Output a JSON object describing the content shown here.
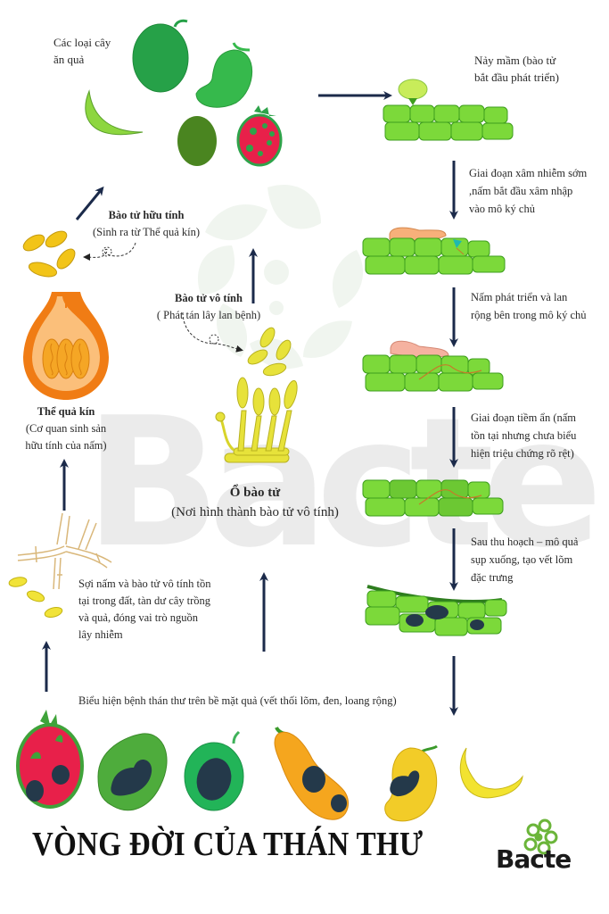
{
  "title": "VÒNG ĐỜI CỦA THÁN THƯ",
  "brand": {
    "name": "Bacte",
    "watermark": "Bacte",
    "colors": {
      "leaf_green": "#8cc63f",
      "dark_green": "#2e8b3a",
      "watermark_gray": "#e3e3e3",
      "arrow_navy": "#1b2a4a"
    }
  },
  "labels": {
    "host_fruits": [
      "Các loại cây",
      "ăn quả"
    ],
    "germination": [
      "Nảy mầm (bào tử",
      "bắt đầu phát triển)"
    ],
    "early_infection": [
      "Giai đoạn xâm nhiễm sớm",
      ",nấm bắt đầu xâm nhập",
      "vào mô ký chủ"
    ],
    "fungal_growth": [
      "Nấm phát triển và lan",
      "rộng bên trong mô ký chủ"
    ],
    "latent_stage": [
      "Giai đoạn tiềm ẩn (nấm",
      "tồn tại nhưng chưa biểu",
      "hiện triệu chứng rõ rệt)"
    ],
    "post_harvest": [
      "Sau thu hoạch – mô quả",
      "sụp xuống, tạo vết lõm",
      "đặc trưng"
    ],
    "symptoms": "Biểu hiện bệnh thán thư trên bề mặt quả (vết thối lõm, đen, loang rộng)",
    "overwintering": [
      "Sợi nấm và bào tử vô tính tồn",
      "tại trong đất, tàn dư cây trồng",
      "và quả, đóng vai trò nguồn",
      "lây nhiễm"
    ],
    "perithecium_title": "Thể quả kín",
    "perithecium_desc": [
      "(Cơ quan sinh sản",
      "hữu tính của nấm)"
    ],
    "ascospore_title": "Bào tử hữu tính",
    "ascospore_desc": "(Sinh ra từ Thể quả kín)",
    "conidia_title": "Bào tử vô tính",
    "conidia_desc": "( Phát tán lây lan bệnh)",
    "acervulus_title": "Ổ bào tử",
    "acervulus_desc": "(Nơi hình thành bào tử vô tính)"
  },
  "icons": {
    "host_fruits": [
      "guava-icon",
      "mango-icon",
      "banana-icon",
      "avocado-icon",
      "dragon-fruit-icon"
    ],
    "diseased_fruits": [
      "dragon-fruit-diseased-icon",
      "avocado-diseased-icon",
      "guava-diseased-icon",
      "papaya-diseased-icon",
      "mango-diseased-icon",
      "banana-icon"
    ]
  }
}
